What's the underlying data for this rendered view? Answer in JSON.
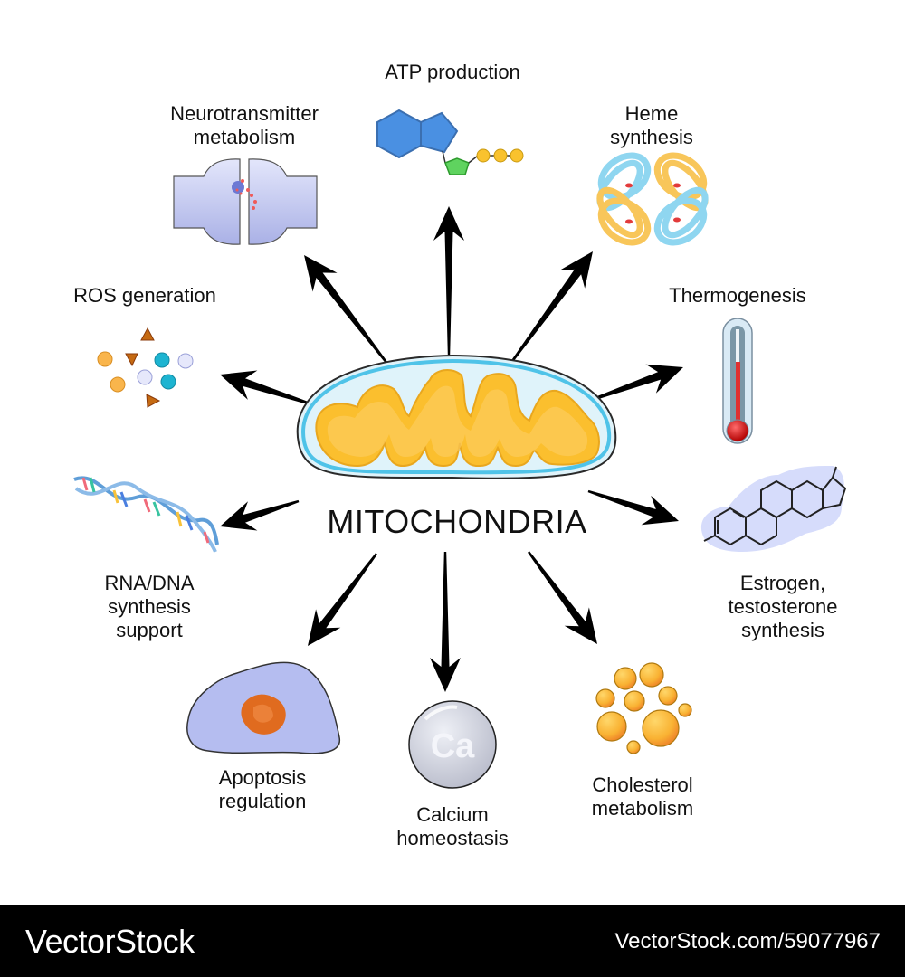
{
  "diagram": {
    "title": "MITOCHONDRIA",
    "functions": [
      {
        "id": "atp",
        "label": "ATP production",
        "icon": "atp-molecule-icon"
      },
      {
        "id": "neuro",
        "label": "Neurotransmitter\nmetabolism",
        "icon": "synapse-icon"
      },
      {
        "id": "heme",
        "label": "Heme\nsynthesis",
        "icon": "hemoglobin-icon"
      },
      {
        "id": "ros",
        "label": "ROS generation",
        "icon": "ros-particles-icon"
      },
      {
        "id": "thermo",
        "label": "Thermogenesis",
        "icon": "thermometer-icon"
      },
      {
        "id": "dna",
        "label": "RNA/DNA\nsynthesis\nsupport",
        "icon": "dna-helix-icon"
      },
      {
        "id": "steroid",
        "label": "Estrogen,\ntestosterone\nsynthesis",
        "icon": "steroid-molecule-icon"
      },
      {
        "id": "apoptosis",
        "label": "Apoptosis\nregulation",
        "icon": "cell-icon"
      },
      {
        "id": "calcium",
        "label": "Calcium\nhomeostasis",
        "icon": "calcium-ion-icon"
      },
      {
        "id": "cholesterol",
        "label": "Cholesterol\nmetabolism",
        "icon": "lipid-droplets-icon"
      }
    ],
    "calcium_symbol": "Ca",
    "colors": {
      "matrix": "#fbbf2e",
      "matrix_light": "#fdd06a",
      "intermembrane": "#dff3fa",
      "outer_membrane": "#4fc3e8",
      "arrow": "#000000"
    }
  },
  "footer": {
    "brand": "VectorStock",
    "url": "VectorStock.com/59077967"
  }
}
